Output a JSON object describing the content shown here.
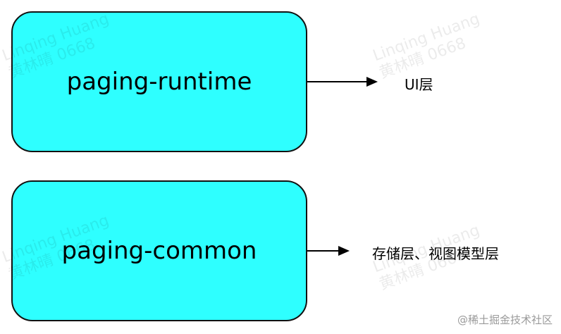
{
  "boxes": {
    "top": {
      "label": "paging-runtime"
    },
    "bottom": {
      "label": "paging-common"
    }
  },
  "layers": {
    "top": "UI层",
    "bottom": "存储层、视图模型层"
  },
  "watermark": {
    "name": "Linqing Huang",
    "cn": "黄林晴 0668"
  },
  "site_mark": "@稀土掘金技术社区",
  "colors": {
    "box_fill": "#2effff",
    "box_border": "#111111"
  }
}
